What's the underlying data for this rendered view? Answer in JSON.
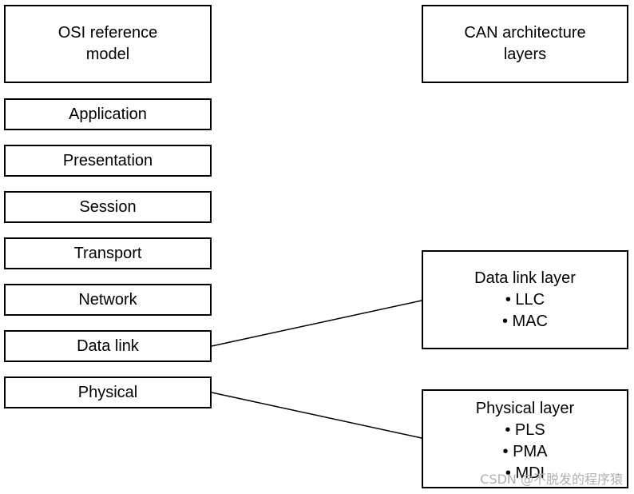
{
  "osi": {
    "header": "OSI reference model",
    "layers": [
      "Application",
      "Presentation",
      "Session",
      "Transport",
      "Network",
      "Data link",
      "Physical"
    ]
  },
  "can": {
    "header": "CAN architecture layers",
    "data_link": {
      "title": "Data link layer",
      "items": [
        "LLC",
        "MAC"
      ]
    },
    "physical": {
      "title": "Physical layer",
      "items": [
        "PLS",
        "PMA",
        "MDI"
      ]
    }
  },
  "watermark": "CSDN @不脱发的程序猿"
}
